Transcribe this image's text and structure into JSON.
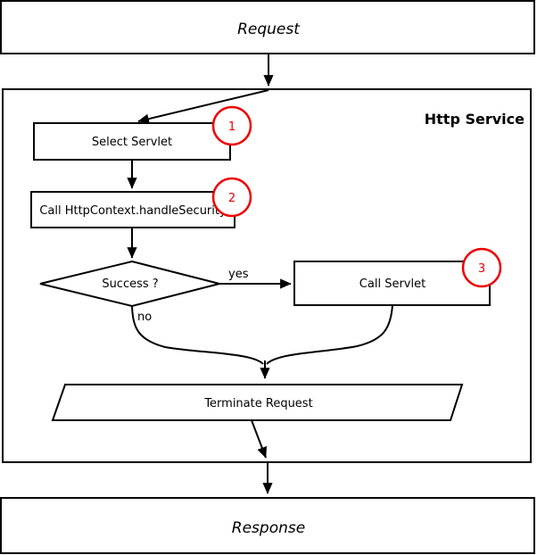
{
  "diagram": {
    "request": {
      "label": "Request"
    },
    "response": {
      "label": "Response"
    },
    "service": {
      "title": "Http Service"
    },
    "nodes": {
      "select_servlet": {
        "label": "Select Servlet",
        "badge": "1"
      },
      "handle_security": {
        "label": "Call HttpContext.handleSecurity",
        "badge": "2"
      },
      "success_decision": {
        "label": "Success ?"
      },
      "call_servlet": {
        "label": "Call Servlet",
        "badge": "3"
      },
      "terminate_request": {
        "label": "Terminate Request"
      }
    },
    "edges": {
      "yes_label": "yes",
      "no_label": "no"
    },
    "colors": {
      "line": "#000000",
      "badge": "#ee0000",
      "background": "#ffffff"
    }
  }
}
